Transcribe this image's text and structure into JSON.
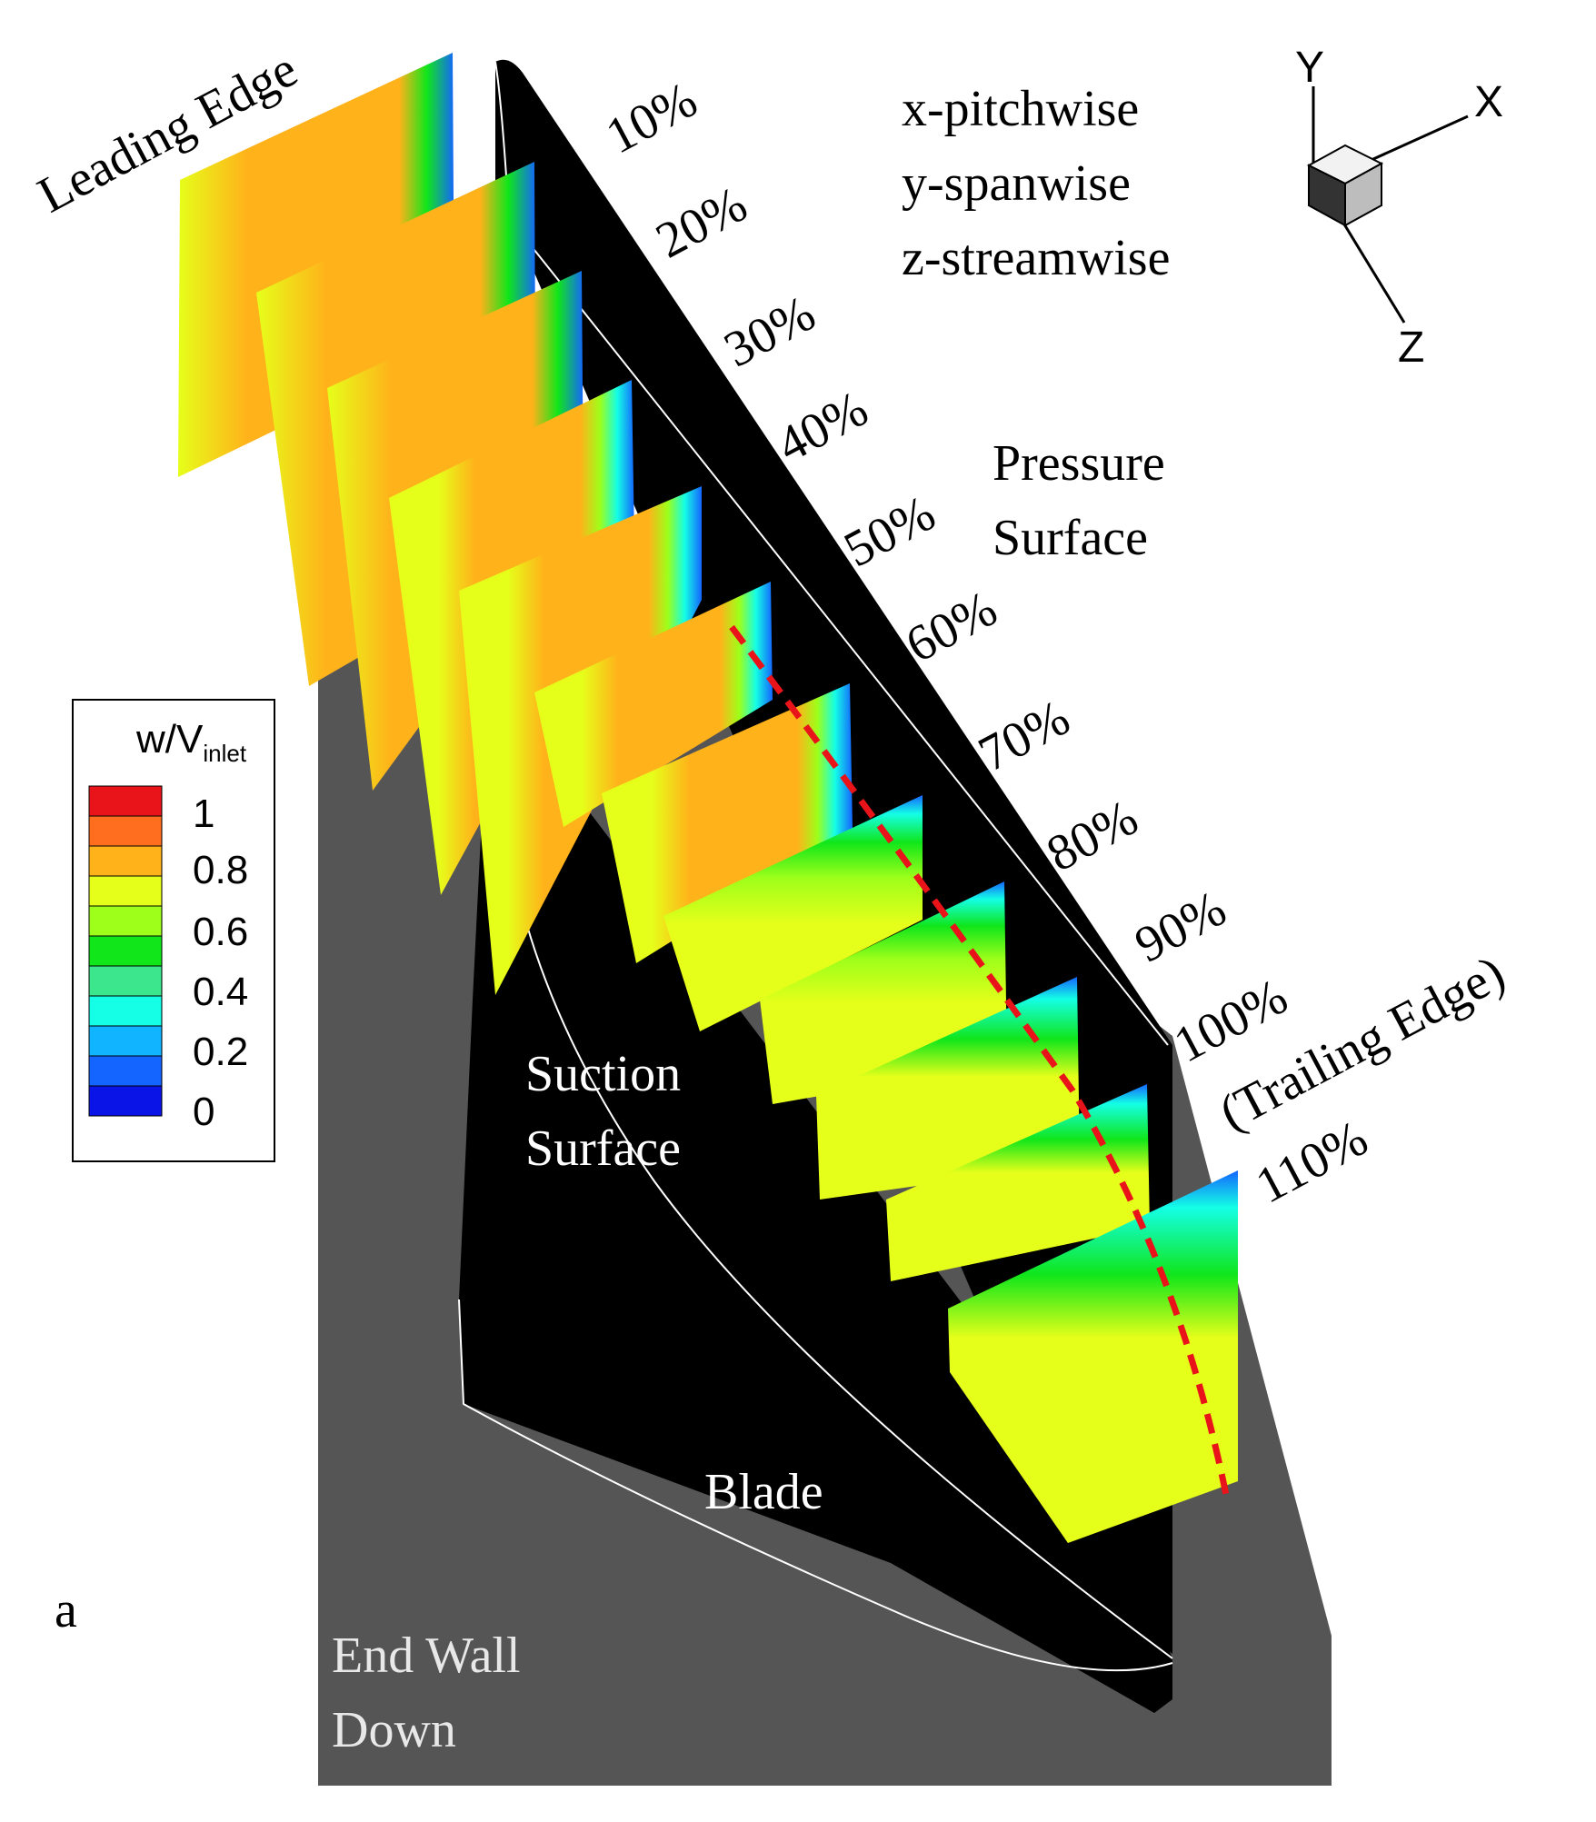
{
  "labels": {
    "leading_edge": "Leading Edge",
    "pressure_surface_line1": "Pressure",
    "pressure_surface_line2": "Surface",
    "suction_surface_line1": "Suction",
    "suction_surface_line2": "Surface",
    "blade": "Blade",
    "end_wall_line1": "End Wall",
    "end_wall_line2": "Down",
    "trailing_edge": "(Trailing Edge)",
    "panel_letter": "a"
  },
  "axes_description": {
    "x": "x-pitchwise",
    "y": "y-spanwise",
    "z": "z-streamwise"
  },
  "triad": {
    "x": "X",
    "y": "Y",
    "z": "Z"
  },
  "percent_labels": [
    "10%",
    "20%",
    "30%",
    "40%",
    "50%",
    "60%",
    "70%",
    "80%",
    "90%",
    "100%",
    "110%"
  ],
  "legend": {
    "title_main": "w/V",
    "title_sub": "inlet",
    "ticks": [
      "1",
      "0.8",
      "0.6",
      "0.4",
      "0.2",
      "0"
    ],
    "colors": [
      "#e8141a",
      "#ff6e1e",
      "#ffb21a",
      "#e6ff1a",
      "#9eff1a",
      "#10e61a",
      "#3ce68c",
      "#14ffe6",
      "#10b4ff",
      "#1464ff",
      "#0a14e6"
    ]
  },
  "colors": {
    "blade": "#000000",
    "end_wall": "#555555",
    "trace_line": "#e8141a"
  }
}
